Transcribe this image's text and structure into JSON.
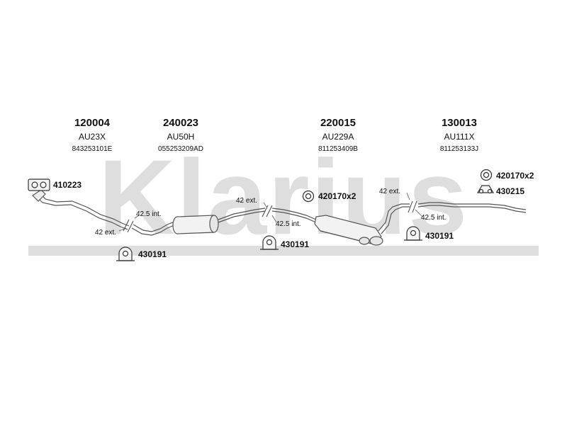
{
  "watermark": {
    "text": "Klarius",
    "color": "#d9d9d9"
  },
  "sections": [
    {
      "part_number": "120004",
      "code": "AU23X",
      "oem": "843253101E"
    },
    {
      "part_number": "240023",
      "code": "AU50H",
      "oem": "055253209AD"
    },
    {
      "part_number": "220015",
      "code": "AU229A",
      "oem": "811253409B"
    },
    {
      "part_number": "130013",
      "code": "AU111X",
      "oem": "811253133J"
    }
  ],
  "fittings": {
    "gasket_front": "410223",
    "clamp_1": "430191",
    "ring_1": "420170x2",
    "clamp_2": "430191",
    "clamp_3": "430191",
    "ring_2": "420170x2",
    "rubber_mount": "430215"
  },
  "joints": {
    "j1_int": "42.5 int.",
    "j1_ext": "42 ext.",
    "j2_ext": "42 ext.",
    "j2_int": "42.5 int.",
    "j3_ext": "42 ext.",
    "j3_int": "42.5 int."
  }
}
